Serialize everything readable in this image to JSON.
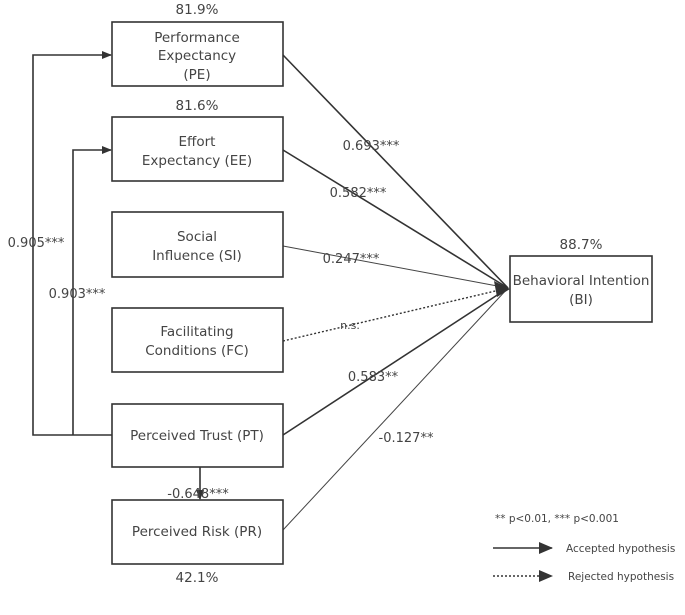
{
  "nodes": {
    "pe": {
      "lines": [
        "Performance",
        "Expectancy",
        "(PE)"
      ],
      "r2": "81.9%"
    },
    "ee": {
      "lines": [
        "Effort",
        "Expectancy (EE)"
      ],
      "r2": "81.6%"
    },
    "si": {
      "lines": [
        "Social",
        "Influence (SI)"
      ]
    },
    "fc": {
      "lines": [
        "Facilitating",
        "Conditions (FC)"
      ]
    },
    "pt": {
      "lines": [
        "Perceived Trust (PT)"
      ]
    },
    "pr": {
      "lines": [
        "Perceived Risk (PR)"
      ],
      "r2": "42.1%"
    },
    "bi": {
      "lines": [
        "Behavioral Intention",
        "(BI)"
      ],
      "r2": "88.7%"
    }
  },
  "paths": {
    "pe_bi": "0.693***",
    "ee_bi": "0.582***",
    "si_bi": "0.247***",
    "fc_bi": "n.s.",
    "pt_bi": "0.583**",
    "pr_bi": "-0.127**",
    "pt_pe": "0.905***",
    "pt_ee": "0.903***",
    "pt_pr": "-0.648***"
  },
  "legend": {
    "significance": "** p<0.01,  *** p<0.001",
    "accepted": "Accepted hypothesis",
    "rejected": "Rejected hypothesis"
  }
}
